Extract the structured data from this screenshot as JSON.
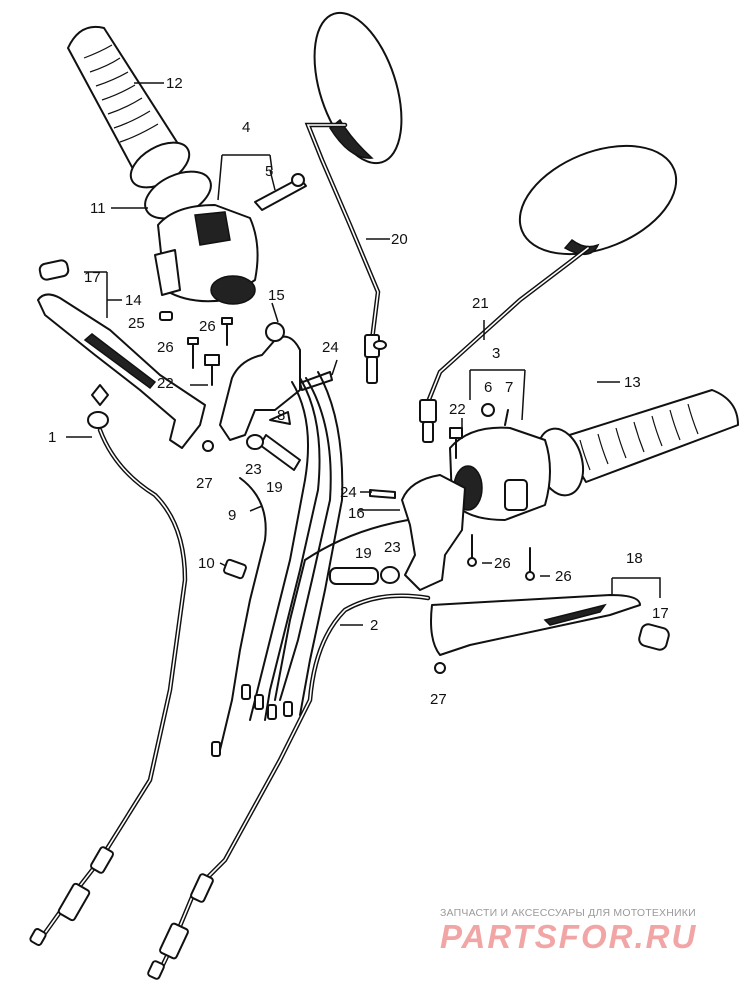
{
  "watermark": {
    "tagline": "ЗАПЧАСТИ И АКСЕССУАРЫ ДЛЯ МОТОТЕХНИКИ",
    "logo": "PARTSFOR.RU"
  },
  "callouts": {
    "c1": "1",
    "c2": "2",
    "c3": "3",
    "c4": "4",
    "c5": "5",
    "c6": "6",
    "c7": "7",
    "c8": "8",
    "c9": "9",
    "c10": "10",
    "c11": "11",
    "c12": "12",
    "c13": "13",
    "c14": "14",
    "c15": "15",
    "c16": "16",
    "c17a": "17",
    "c17b": "17",
    "c18": "18",
    "c19a": "19",
    "c19b": "19",
    "c20": "20",
    "c21": "21",
    "c22a": "22",
    "c22b": "22",
    "c23a": "23",
    "c23b": "23",
    "c24a": "24",
    "c24b": "24",
    "c25": "25",
    "c26a": "26",
    "c26b": "26",
    "c26c": "26",
    "c26d": "26",
    "c27a": "27",
    "c27b": "27"
  }
}
